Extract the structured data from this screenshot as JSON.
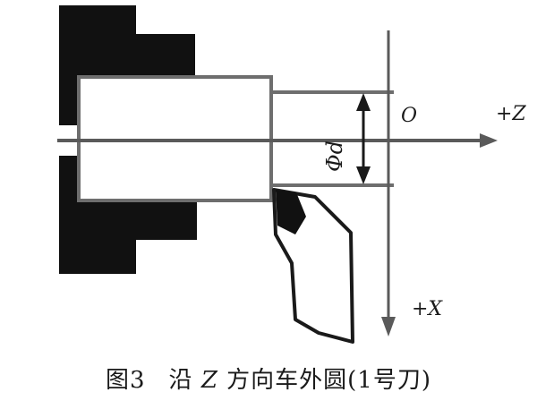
{
  "labels": {
    "origin": "O",
    "plus_z": "+Z",
    "plus_x": "+X",
    "diameter": "Φd"
  },
  "caption": {
    "figure_number": "图3",
    "text_before": "沿 ",
    "axis": "Z",
    "text_after": " 方向车外圆(1号刀)"
  },
  "colors": {
    "line": "#6e6e6e",
    "fill": "#111111",
    "axis": "#5a5a5a"
  }
}
